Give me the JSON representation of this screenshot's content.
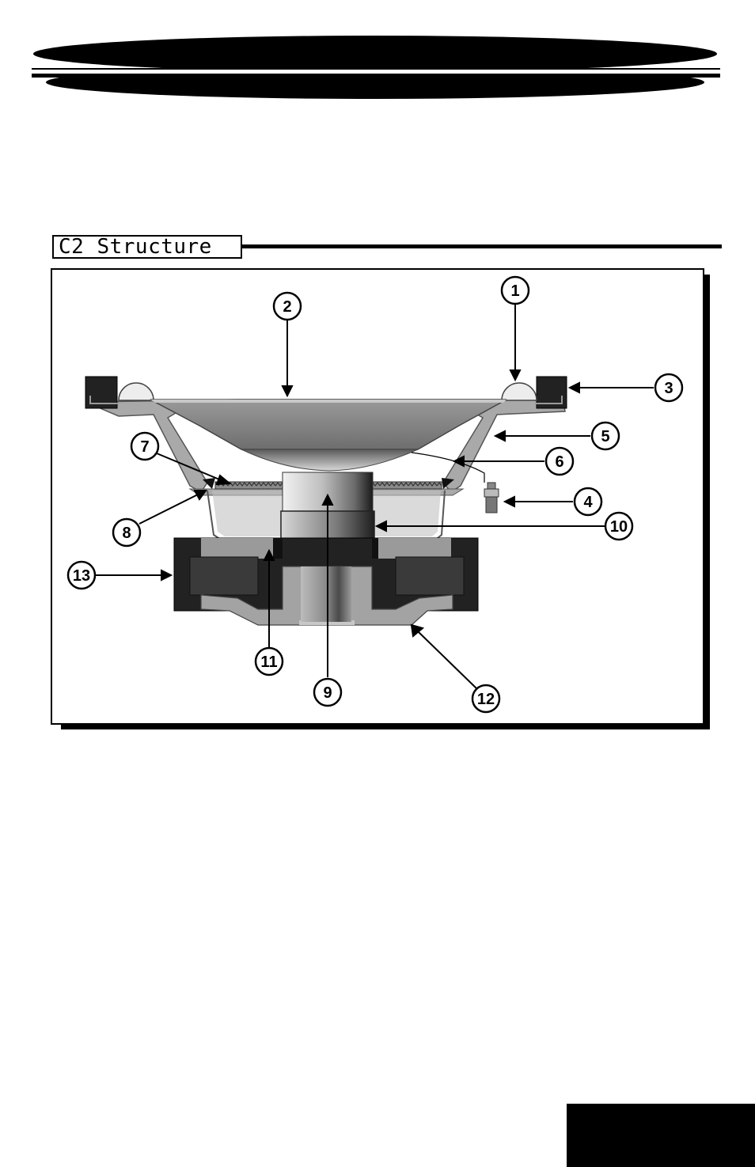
{
  "section": {
    "title": "C2 Structure"
  },
  "diagram": {
    "callouts": [
      {
        "id": "1",
        "label": "1"
      },
      {
        "id": "2",
        "label": "2"
      },
      {
        "id": "3",
        "label": "3"
      },
      {
        "id": "4",
        "label": "4"
      },
      {
        "id": "5",
        "label": "5"
      },
      {
        "id": "6",
        "label": "6"
      },
      {
        "id": "7",
        "label": "7"
      },
      {
        "id": "8",
        "label": "8"
      },
      {
        "id": "9",
        "label": "9"
      },
      {
        "id": "10",
        "label": "10"
      },
      {
        "id": "11",
        "label": "11"
      },
      {
        "id": "12",
        "label": "12"
      },
      {
        "id": "13",
        "label": "13"
      }
    ]
  },
  "colors": {
    "ink": "#000000",
    "paper": "#ffffff",
    "steel": "#a6a6a6",
    "cone": "#7a7a7a",
    "magnet": "#2a2a2a"
  }
}
